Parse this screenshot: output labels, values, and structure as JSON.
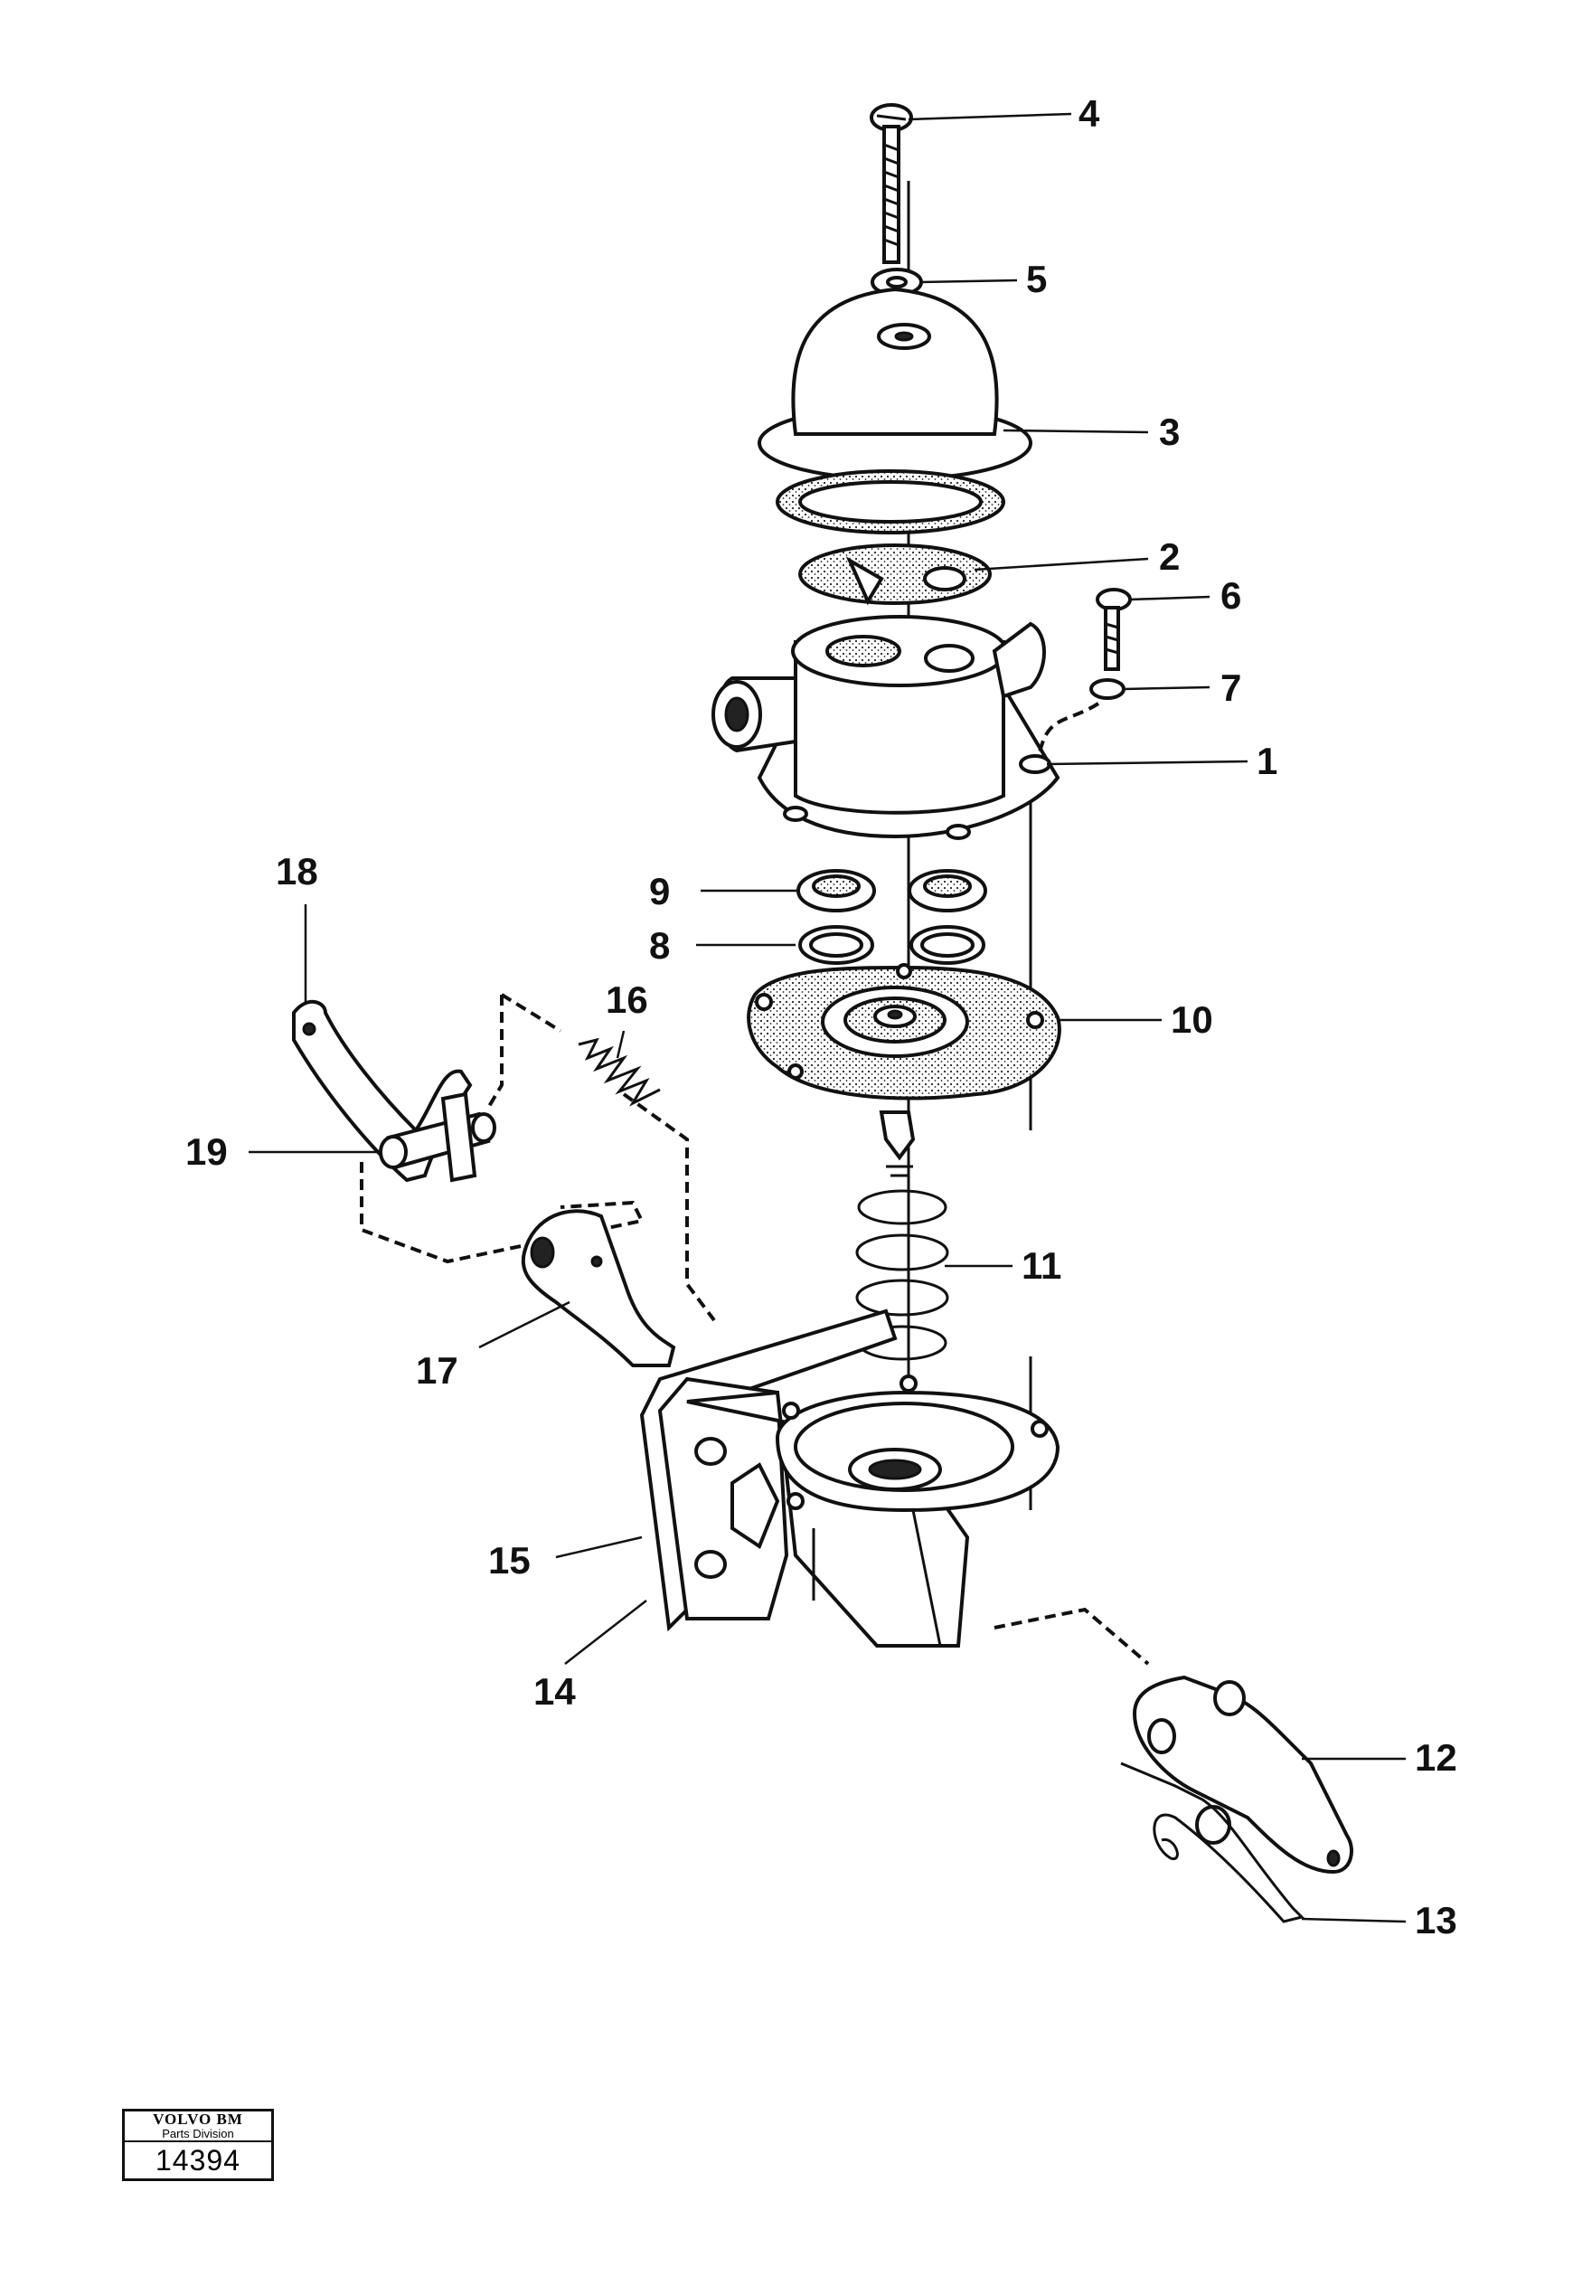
{
  "callouts": [
    {
      "id": "p1",
      "label": "1"
    },
    {
      "id": "p2",
      "label": "2"
    },
    {
      "id": "p3",
      "label": "3"
    },
    {
      "id": "p4",
      "label": "4"
    },
    {
      "id": "p5",
      "label": "5"
    },
    {
      "id": "p6",
      "label": "6"
    },
    {
      "id": "p7",
      "label": "7"
    },
    {
      "id": "p8",
      "label": "8"
    },
    {
      "id": "p9",
      "label": "9"
    },
    {
      "id": "p10",
      "label": "10"
    },
    {
      "id": "p11",
      "label": "11"
    },
    {
      "id": "p12",
      "label": "12"
    },
    {
      "id": "p13",
      "label": "13"
    },
    {
      "id": "p14",
      "label": "14"
    },
    {
      "id": "p15",
      "label": "15"
    },
    {
      "id": "p16",
      "label": "16"
    },
    {
      "id": "p17",
      "label": "17"
    },
    {
      "id": "p18",
      "label": "18"
    },
    {
      "id": "p19",
      "label": "19"
    }
  ],
  "badge": {
    "brand": "VOLVO BM",
    "division": "Parts Division",
    "figure_number": "14394"
  }
}
